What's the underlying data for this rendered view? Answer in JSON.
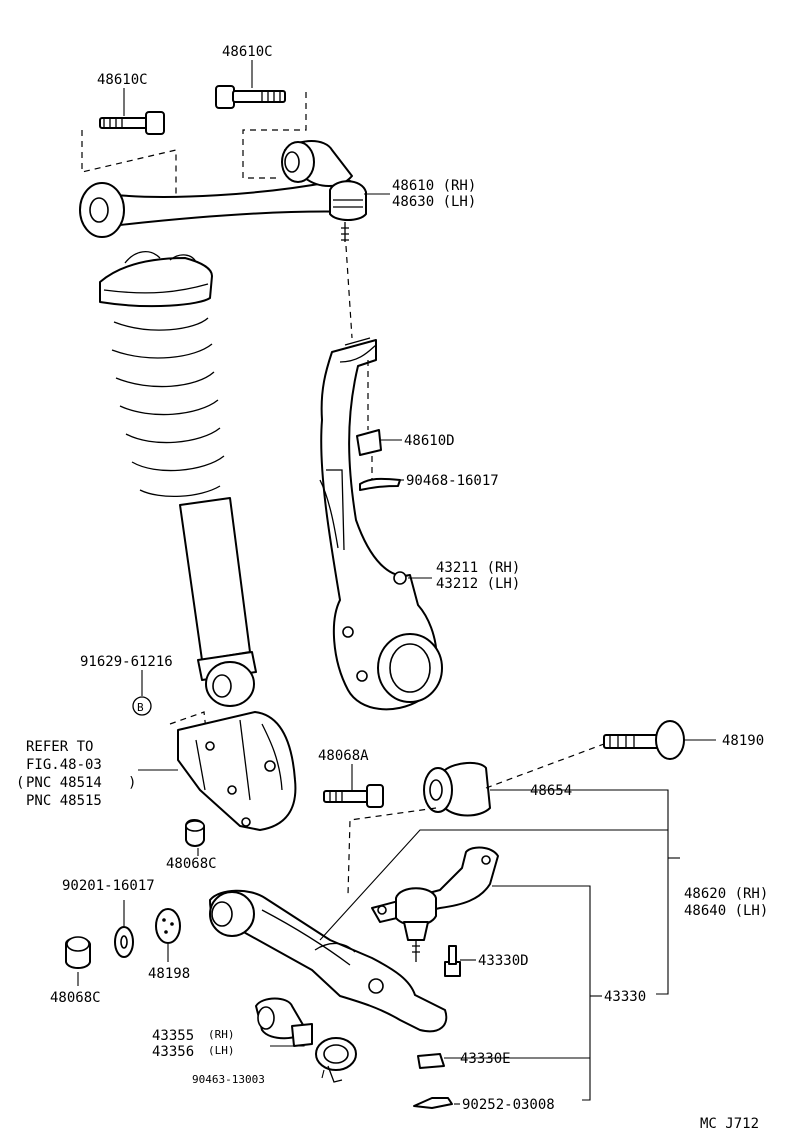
{
  "labels": {
    "p48610c_left": "48610C",
    "p48610c_top": "48610C",
    "p48610_rh": "48610 (RH)",
    "p48630_lh": "48630 (LH)",
    "p48610d": "48610D",
    "p90468": "90468-16017",
    "p43211_rh": "43211 (RH)",
    "p43212_lh": "43212 (LH)",
    "p91629": "91629-61216",
    "marker_b": "B",
    "refer_1": "REFER TO",
    "refer_2": "FIG.48-03",
    "refer_3": "PNC 48514",
    "refer_4": "PNC 48515",
    "p48068a": "48068A",
    "p48190": "48190",
    "p48654": "48654",
    "p48068c_mid": "48068C",
    "p90201": "90201-16017",
    "p48620_rh": "48620 (RH)",
    "p48640_lh": "48640 (LH)",
    "p48068c_low": "48068C",
    "p48198": "48198",
    "p43330d": "43330D",
    "p43330": "43330",
    "p43355": "43355",
    "p43355_side": "(RH)",
    "p43356": "43356",
    "p43356_side": "(LH)",
    "p43330e": "43330E",
    "p90463": "90463-13003",
    "p90252": "90252-03008",
    "footer_code": "MC J712"
  }
}
